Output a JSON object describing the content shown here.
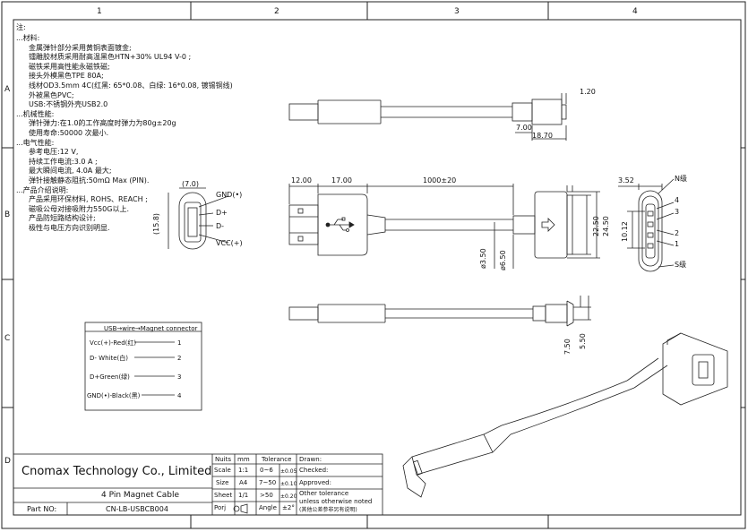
{
  "grid": {
    "columns": [
      "1",
      "2",
      "3",
      "4"
    ],
    "rows": [
      "A",
      "B",
      "C",
      "D"
    ]
  },
  "notes": {
    "heading": "注:",
    "lines": [
      "...材料:",
      "金属弹针部分采用黄铜表面镀金;",
      "镭雕胶材质采用耐高温黑色HTN+30% UL94 V-0 ;",
      "磁铁采用高性能永磁铁磁;",
      "接头外模黑色TPE 80A;",
      "线材OD3.5mm 4C(红黑: 65*0.08、白绿: 16*0.08, 镀锡铜线)",
      "外被黑色PVC;",
      "USB:不锈钢外壳USB2.0",
      "...机械性能:",
      "弹针弹力:在1.0的工作高度时弹力为80g±20g",
      "使用寿命:50000 次最小.",
      "...电气性能:",
      "参考电压:12 V,",
      "持续工作电流:3.0 A ;",
      "最大瞬间电流, 4.0A 最大;",
      "弹针接触静态阻抗:50mΩ Max (PIN).",
      "...产品介绍说明:",
      "产品采用环保材料, ROHS、REACH ;",
      "磁吸公母对接吸附力550G以上.",
      "产品防短路结构设计;",
      "极性与电压方向识别明显."
    ]
  },
  "pinout_small": {
    "width_dim": "(7.0)",
    "height_dim": "(15.8)",
    "labels": [
      "GND(•)",
      "D+",
      "D-",
      "VCC(+)"
    ]
  },
  "wiring_table": {
    "title": "USB→wire→Magnet connector",
    "rows": [
      {
        "label": "Vcc(+)-Red(红)",
        "pin": "1"
      },
      {
        "label": "D- White(白)",
        "pin": "2"
      },
      {
        "label": "D+Green(绿)",
        "pin": "3"
      },
      {
        "label": "GND(•)-Black(黑)",
        "pin": "4"
      }
    ]
  },
  "dimensions": {
    "top_1_20": "1.20",
    "top_7_00": "7.00",
    "top_18_70": "18.70",
    "mid_12_00": "12.00",
    "mid_17_00": "17.00",
    "mid_length": "1000±20",
    "cable_dia": "ø3.50",
    "strain_dia": "ø6.50",
    "head_22_50": "22.50",
    "head_24_50": "24.50",
    "face_3_52": "3.52",
    "face_10_12": "10.12",
    "face_n": "N级",
    "face_s": "S级",
    "face_pins": [
      "4",
      "3",
      "2",
      "1"
    ],
    "side_7_50": "7.50",
    "side_5_50": "5.50"
  },
  "title_block": {
    "company": "Cnomax Technology Co., Limited",
    "product": "4 Pin Magnet Cable",
    "part_no_label": "Part NO:",
    "part_no": "CN-LB-USBCB004",
    "units_label": "Nuits",
    "units": "mm",
    "scale_label": "Scale",
    "scale": "1:1",
    "size_label": "Size",
    "size": "A4",
    "sheet_label": "Sheet",
    "sheet": "1/1",
    "proj_label": "Porj",
    "tolerance_label": "Tolerance",
    "tol_rows": [
      {
        "range": "0~6",
        "tol": "±0.05"
      },
      {
        "range": "7~50",
        "tol": "±0.10"
      },
      {
        "range": ">50",
        "tol": "±0.20"
      }
    ],
    "angle_label": "Angle",
    "angle": "±2°",
    "drawn": "Drawn:",
    "checked": "Checked:",
    "approved": "Approved:",
    "other_tol_1": "Other tolerance",
    "other_tol_2": "unless otherwise noted",
    "other_tol_3": "(其他公差参非另有说明)"
  }
}
